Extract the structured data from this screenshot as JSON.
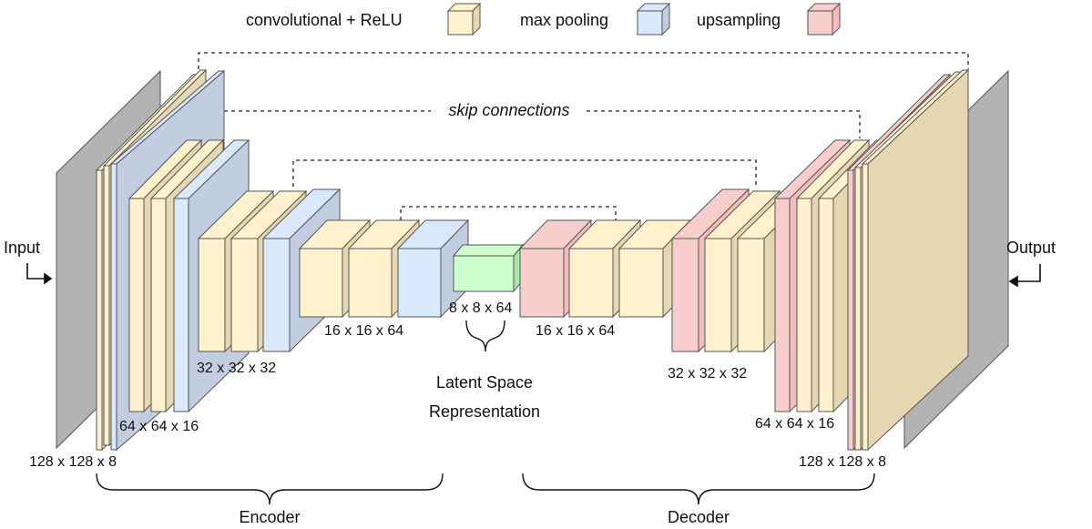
{
  "legend": {
    "conv": {
      "label": "convolutional + ReLU",
      "color": "#fff2cc"
    },
    "pool": {
      "label": "max pooling",
      "color": "#dae8fc"
    },
    "up": {
      "label": "upsampling",
      "color": "#f8cecc"
    }
  },
  "colors": {
    "io": "#b3b3b3",
    "latent": "#ccffcc",
    "conv_dark": "#e6d7b3",
    "pool_dark": "#c2cde0",
    "up_dark": "#f4bcbc"
  },
  "labels": {
    "input": "Input",
    "output": "Output",
    "skip": "skip connections",
    "enc_128": "128 x 128 x 8",
    "enc_64": "64 x 64 x 16",
    "enc_32": "32 x 32 x 32",
    "enc_16": "16 x 16 x 64",
    "latent_dim": "8 x 8 x 64",
    "dec_16": "16 x 16 x 64",
    "dec_32": "32 x 32 x 32",
    "dec_64": "64 x 64 x 16",
    "dec_128": "128 x 128 x 8",
    "latent_title_1": "Latent Space",
    "latent_title_2": "Representation",
    "encoder": "Encoder",
    "decoder": "Decoder"
  }
}
